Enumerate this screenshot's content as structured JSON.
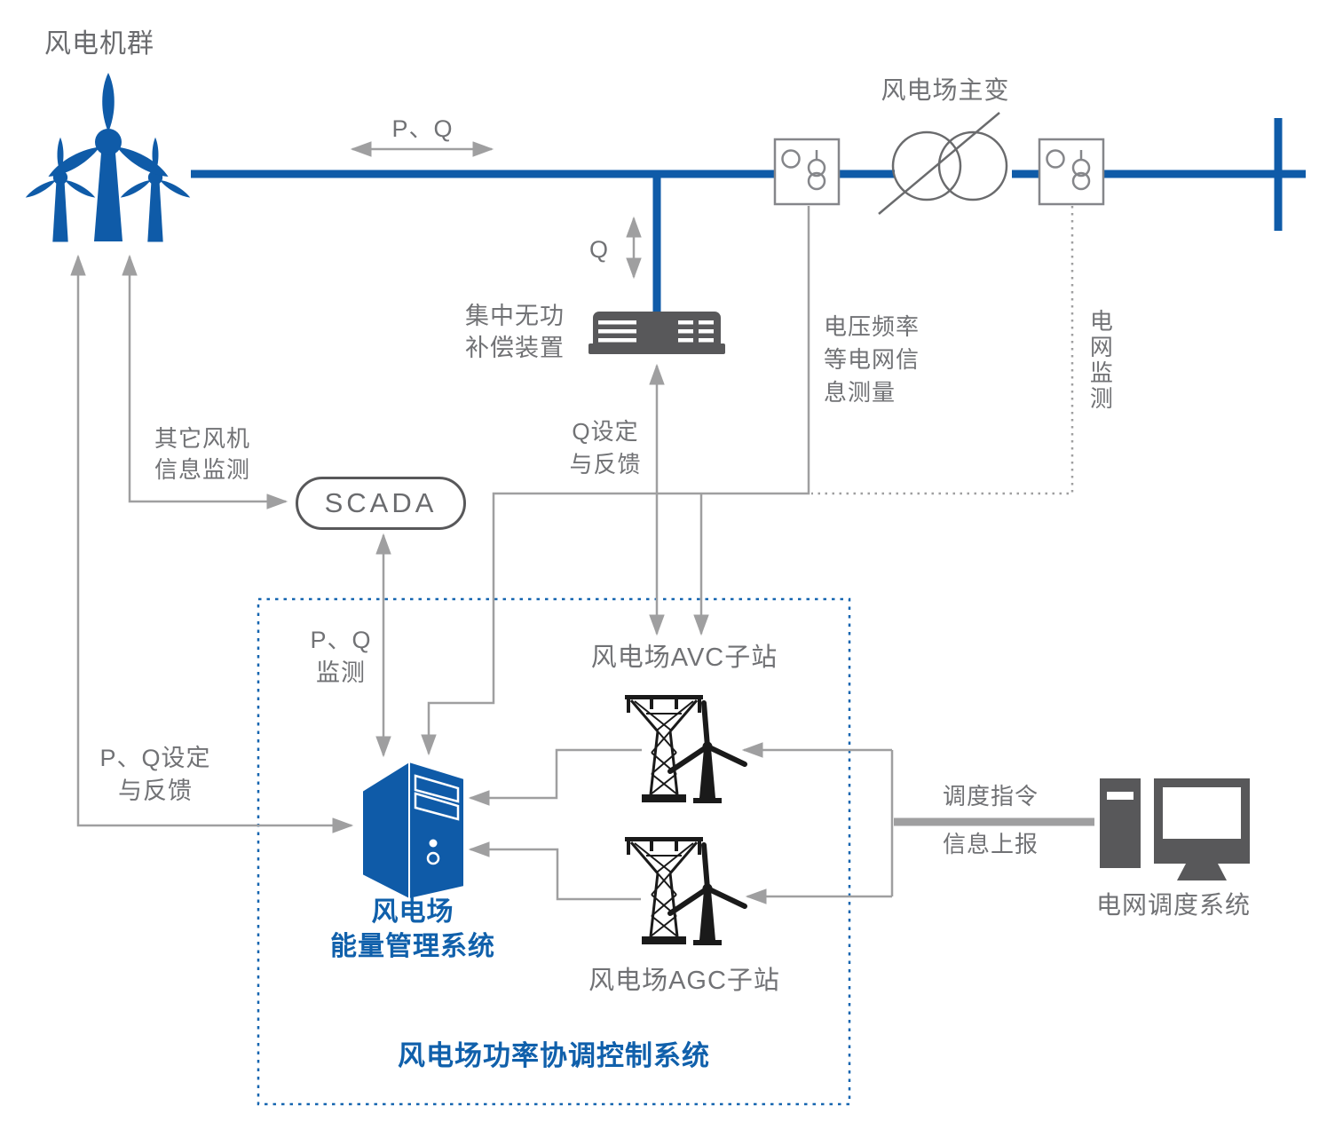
{
  "diagram_title": "风电场功率协调控制系统",
  "colors": {
    "bus_blue": "#0f5ba8",
    "blue_text": "#1060ab",
    "dashed_box_blue": "#1565b0",
    "connector_gray": "#9f9fa0",
    "icon_dark_gray": "#58585a",
    "label_gray": "#717275",
    "pylon_black": "#1a1a1a"
  },
  "labels": {
    "wind_cluster": "风电机群",
    "pq_flow": "P、Q",
    "q_flow": "Q",
    "main_transformer": "风电场主变",
    "compensation_device": "集中无功\n补偿装置",
    "other_turbine_monitor": "其它风机\n信息监测",
    "voltage_freq_measure": "电压频率\n等电网信\n息测量",
    "grid_monitor": "电网监测",
    "q_set_feedback": "Q设定\n与反馈",
    "scada": "SCADA",
    "pq_monitor": "P、Q\n监测",
    "pq_set_feedback": "P、Q设定\n与反馈",
    "avc_substation": "风电场AVC子站",
    "agc_substation": "风电场AGC子站",
    "ems": "风电场\n能量管理系统",
    "dispatch_command": "调度指令",
    "info_report": "信息上报",
    "dispatch_system": "电网调度系统",
    "coordination_system": "风电场功率协调控制系统"
  },
  "icons": {
    "wind-turbine-cluster-icon": "three blue wind turbines",
    "measurement-box-icon": "CT/VT measurement box on bus (x2)",
    "transformer-icon": "two overlapping circles with slash",
    "compensation-device-icon": "dark rack device",
    "ems-server-icon": "blue 3D computer tower",
    "pylon-icon": "lattice transmission tower with wind turbine (AVC / AGC)",
    "dispatch-computer-icon": "dark desktop tower and monitor",
    "bus-terminal-bar": "vertical blue bar at right end of bus"
  }
}
